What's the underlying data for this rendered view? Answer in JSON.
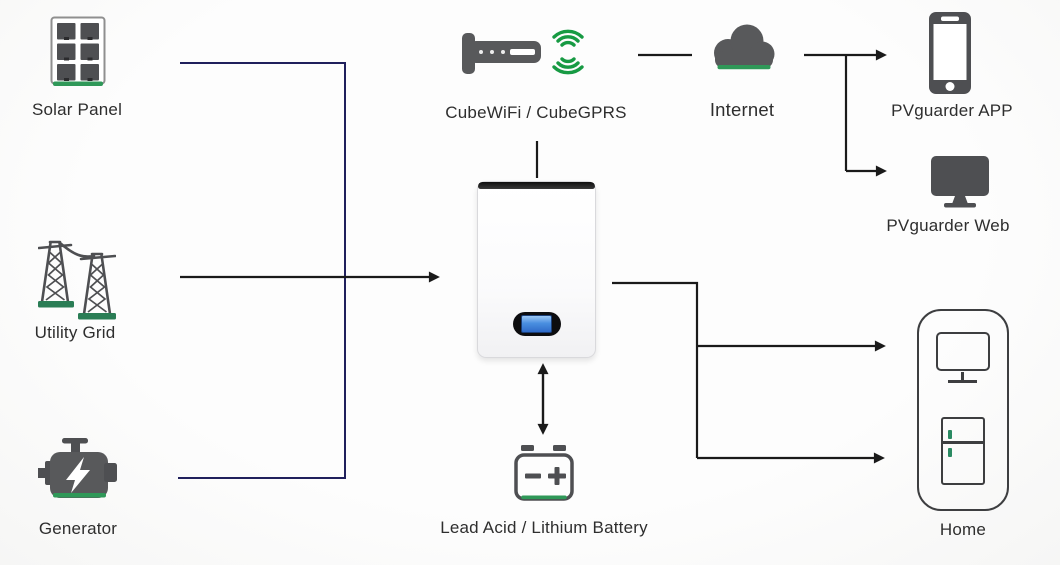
{
  "diagram": {
    "type": "energy-storage-system-architecture",
    "nodes": {
      "solar_panel": {
        "label": "Solar Panel"
      },
      "utility_grid": {
        "label": "Utility Grid"
      },
      "generator": {
        "label": "Generator"
      },
      "cubewifi": {
        "label": "CubeWiFi / CubeGPRS"
      },
      "internet": {
        "label": "Internet"
      },
      "pvguarder_app": {
        "label": "PVguarder APP"
      },
      "pvguarder_web": {
        "label": "PVguarder Web"
      },
      "inverter": {
        "label": ""
      },
      "battery": {
        "label": "Lead Acid / Lithium Battery"
      },
      "home": {
        "label": "Home"
      }
    },
    "edges": [
      {
        "from": "solar_panel",
        "to": "inverter",
        "style": "navy-elbow"
      },
      {
        "from": "generator",
        "to": "inverter",
        "style": "navy-elbow"
      },
      {
        "from": "utility_grid",
        "to": "inverter",
        "style": "black-arrow"
      },
      {
        "from": "cubewifi",
        "to": "inverter",
        "style": "plain"
      },
      {
        "from": "cubewifi",
        "to": "internet",
        "style": "plain"
      },
      {
        "from": "internet",
        "to": "pvguarder_app",
        "style": "black-arrow"
      },
      {
        "from": "internet",
        "to": "pvguarder_web",
        "style": "black-arrow"
      },
      {
        "from": "inverter",
        "to": "battery",
        "style": "double-arrow"
      },
      {
        "from": "inverter",
        "to": "home",
        "style": "black-arrow-split"
      }
    ],
    "colors": {
      "icon_gray": "#58595b",
      "accent_green": "#2f9858",
      "wifi_green": "#179a43",
      "line_navy": "#20205c",
      "line_black": "#1a1a1a",
      "text": "#2e2e2e"
    }
  }
}
